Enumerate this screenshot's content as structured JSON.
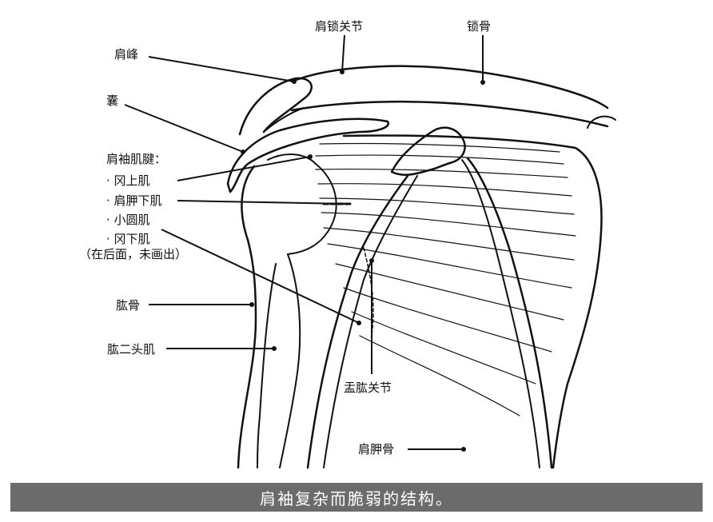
{
  "labels": {
    "acromion": "肩峰",
    "ac_joint": "肩锁关节",
    "clavicle": "锁骨",
    "bursa": "囊",
    "rotator_cuff": "肩袖肌腱：",
    "supraspinatus": "· 冈上肌",
    "subscapularis": "· 肩胛下肌",
    "teres_minor": "· 小圆肌",
    "infraspinatus": "· 冈下肌",
    "not_shown_note": "（在后面，未画出）",
    "humerus": "肱骨",
    "biceps": "肱二头肌",
    "glenohumeral_joint": "盂肱关节",
    "scapula": "肩胛骨"
  },
  "caption": "肩袖复杂而脆弱的结构。"
}
